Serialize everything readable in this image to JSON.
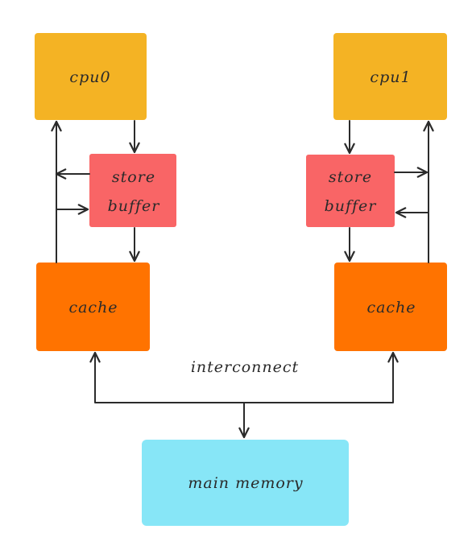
{
  "colors": {
    "cpu": "#F4B324",
    "store_buffer": "#F96566",
    "cache": "#FF7300",
    "memory": "#87E6F7",
    "line": "#2b2b2b"
  },
  "cpu0": {
    "label": "cpu0"
  },
  "cpu1": {
    "label": "cpu1"
  },
  "store_buffer_left": {
    "line1": "store",
    "line2": "buffer"
  },
  "store_buffer_right": {
    "line1": "store",
    "line2": "buffer"
  },
  "cache_left": {
    "label": "cache"
  },
  "cache_right": {
    "label": "cache"
  },
  "interconnect": {
    "label": "interconnect"
  },
  "main_memory": {
    "label": "main memory"
  }
}
